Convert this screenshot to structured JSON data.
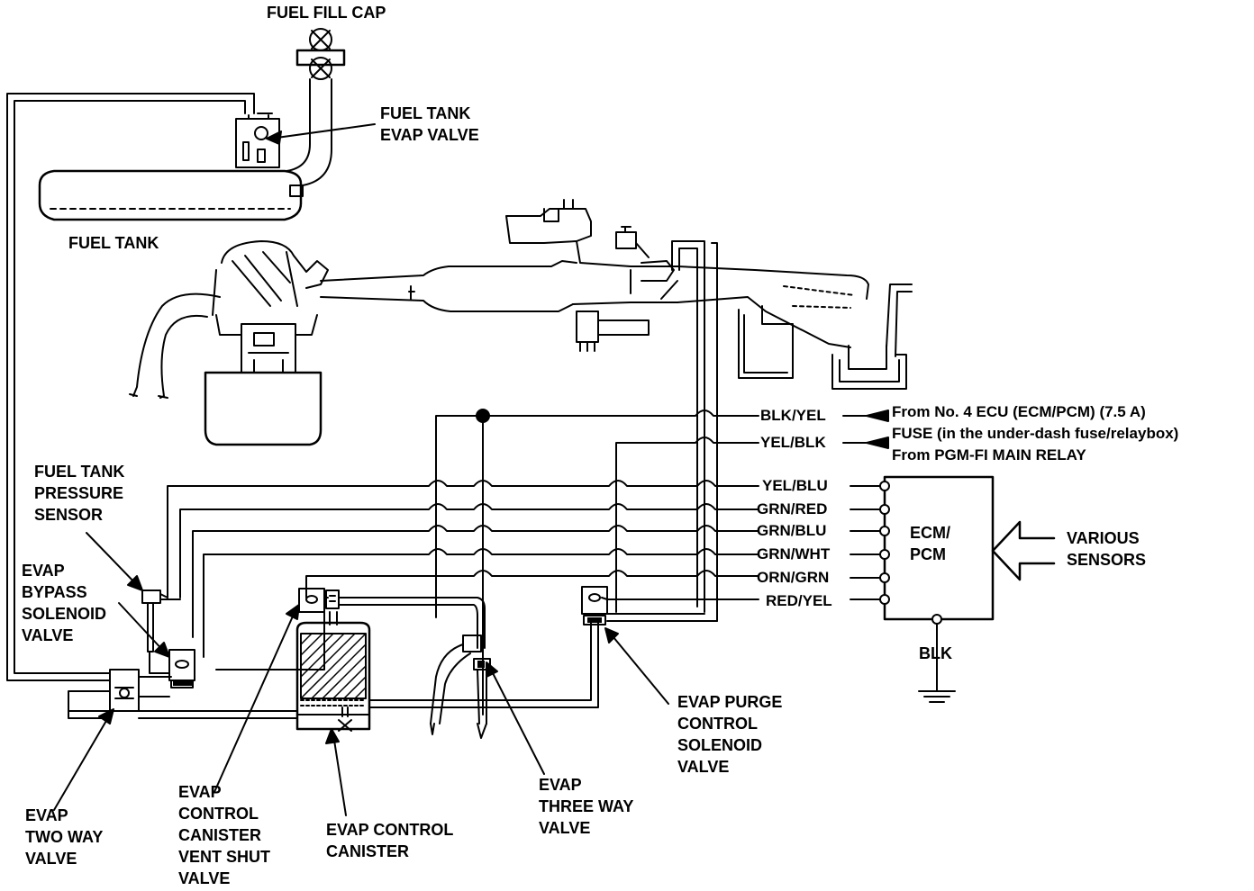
{
  "colors": {
    "ink": "#000000",
    "paper": "#ffffff"
  },
  "labels": {
    "fuel_fill_cap": "FUEL FILL CAP",
    "fuel_tank_evap_valve": "FUEL TANK\nEVAP VALVE",
    "fuel_tank": "FUEL TANK",
    "fuel_tank_pressure_sensor": "FUEL TANK\nPRESSURE\nSENSOR",
    "evap_bypass_solenoid_valve": "EVAP\nBYPASS\nSOLENOID\nVALVE",
    "evap_two_way_valve": "EVAP\nTWO WAY\nVALVE",
    "evap_control_canister_vent_shut_valve": "EVAP\nCONTROL\nCANISTER\nVENT SHUT\nVALVE",
    "evap_control_canister": "EVAP CONTROL\nCANISTER",
    "evap_three_way_valve": "EVAP\nTHREE WAY\nVALVE",
    "evap_purge_control_solenoid_valve": "EVAP PURGE\nCONTROL\nSOLENOID\nVALVE",
    "ecm_pcm": "ECM/\nPCM",
    "various_sensors": "VARIOUS\nSENSORS",
    "ground": "BLK"
  },
  "wires": {
    "blk_yel": "BLK/YEL",
    "yel_blk": "YEL/BLK",
    "yel_blu": "YEL/BLU",
    "grn_red": "GRN/RED",
    "grn_blu": "GRN/BLU",
    "grn_wht": "GRN/WHT",
    "orn_grn": "ORN/GRN",
    "red_yel": "RED/YEL"
  },
  "sources": {
    "ecu_fuse_line1": "From No. 4 ECU (ECM/PCM) (7.5 A)",
    "ecu_fuse_line2": "FUSE (in the under-dash fuse/relaybox)",
    "pgm_fi_relay": "From PGM-FI MAIN RELAY"
  }
}
